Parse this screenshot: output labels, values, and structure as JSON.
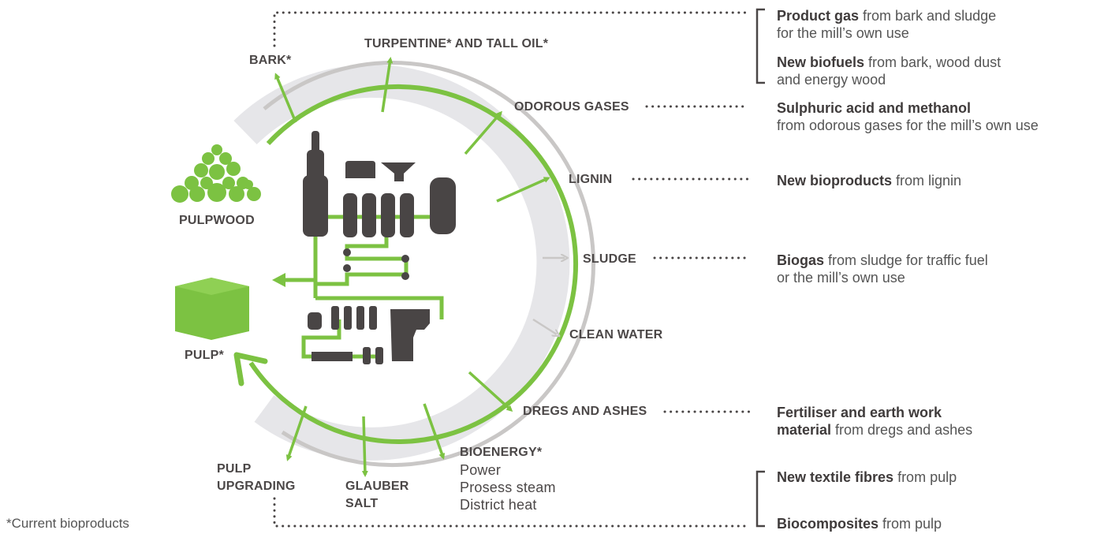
{
  "colors": {
    "green": "#7cc242",
    "dark": "#494545",
    "grey_ring": "#c9c7c6",
    "light_ring": "#e5e5e8",
    "dot": "#4a4646"
  },
  "labels": {
    "bark": "BARK*",
    "turpentine": "TURPENTINE* AND TALL OIL*",
    "odorous_gases": "ODOROUS GASES",
    "lignin": "LIGNIN",
    "sludge": "SLUDGE",
    "clean_water": "CLEAN WATER",
    "dregs_ashes": "DREGS AND ASHES",
    "pulpwood": "PULPWOOD",
    "pulp": "PULP*",
    "pulp_upgrading_1": "PULP",
    "pulp_upgrading_2": "UPGRADING",
    "glauber_1": "GLAUBER",
    "glauber_2": "SALT",
    "bioenergy": "BIOENERGY*",
    "bioenergy_items": [
      "Power",
      "Prosess steam",
      "District heat"
    ]
  },
  "products": {
    "product_gas": {
      "bold": "Product gas",
      "rest": " from bark and sludge",
      "line2": "for the mill’s own use"
    },
    "new_biofuels": {
      "bold": "New biofuels",
      "rest": " from bark, wood dust",
      "line2": "and energy wood"
    },
    "sulphuric": {
      "bold": "Sulphuric acid and methanol",
      "line2": "from odorous gases for the mill’s own use"
    },
    "bioproducts": {
      "bold": "New bioproducts",
      "rest": " from lignin"
    },
    "biogas": {
      "bold": "Biogas",
      "rest": " from sludge for traffic fuel",
      "line2": "or the mill’s own use"
    },
    "fertiliser": {
      "bold": "Fertiliser and earth work",
      "bold2": "material",
      "rest2": " from dregs and ashes"
    },
    "textile": {
      "bold": "New textile fibres",
      "rest": " from pulp"
    },
    "biocomposites": {
      "bold": "Biocomposites",
      "rest": " from pulp"
    }
  },
  "footnote": "*Current bioproducts"
}
